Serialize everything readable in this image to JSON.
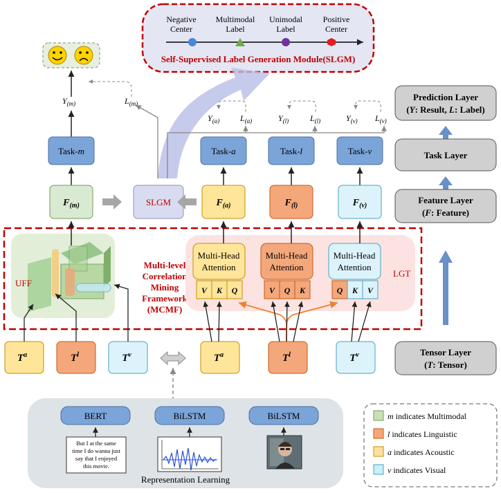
{
  "slgm_module": {
    "title": "Self-Supervised Label Generation Module(SLGM)",
    "points": [
      {
        "line1": "Negative",
        "line2": "Center",
        "color": "#4a86d9",
        "shape": "circle"
      },
      {
        "line1": "Multimodal",
        "line2": "Label",
        "color": "#70ad47",
        "shape": "triangle"
      },
      {
        "line1": "Unimodal",
        "line2": "Label",
        "color": "#7030a0",
        "shape": "circle"
      },
      {
        "line1": "Positive",
        "line2": "Center",
        "color": "#e02020",
        "shape": "hexagon"
      }
    ]
  },
  "emojis": [
    "happy-face",
    "sad-face"
  ],
  "outputs": {
    "ym": "Y",
    "ym_sub": "(m)",
    "lm": "L",
    "lm_sub": "(m)",
    "ya": "Y",
    "ya_sub": "(a)",
    "la": "L",
    "la_sub": "(a)",
    "yl": "Y",
    "yl_sub": "(l)",
    "ll": "L",
    "ll_sub": "(l)",
    "yv": "Y",
    "yv_sub": "(v)",
    "lv": "L",
    "lv_sub": "(v)"
  },
  "tasks": {
    "m": {
      "prefix": "Task-",
      "mod": "m"
    },
    "a": {
      "prefix": "Task-",
      "mod": "a"
    },
    "l": {
      "prefix": "Task-",
      "mod": "l"
    },
    "v": {
      "prefix": "Task-",
      "mod": "v"
    }
  },
  "features": {
    "m": {
      "main": "F",
      "sub": "(m)"
    },
    "a": {
      "main": "F",
      "sub": "(a)"
    },
    "l": {
      "main": "F",
      "sub": "(l)"
    },
    "v": {
      "main": "F",
      "sub": "(v)"
    }
  },
  "slgm_box": "SLGM",
  "mcmf": {
    "line1": "Multi-level",
    "line2": "Correlation",
    "line3": "Mining",
    "line4": "Framework",
    "line5": "(MCMF)"
  },
  "uff": "UFF",
  "lgt": "LGT",
  "attention": {
    "line1": "Multi-Head",
    "line2": "Attention",
    "a_keys": [
      "V",
      "K",
      "Q"
    ],
    "l_keys": [
      "V",
      "Q",
      "K"
    ],
    "v_keys": [
      "Q",
      "K",
      "V"
    ]
  },
  "tensors": [
    {
      "main": "T",
      "sup": "a"
    },
    {
      "main": "T",
      "sup": "l"
    },
    {
      "main": "T",
      "sup": "v"
    },
    {
      "main": "T",
      "sup": "a"
    },
    {
      "main": "T",
      "sup": "l"
    },
    {
      "main": "T",
      "sup": "v"
    }
  ],
  "layers": {
    "prediction": {
      "line1": "Prediction Layer",
      "line2a": "(",
      "y": "Y",
      "line2b": ": Result, ",
      "l": "L",
      "line2c": ": Label)"
    },
    "task": {
      "line1": "Task Layer"
    },
    "feature": {
      "line1": "Feature Layer",
      "line2a": "(",
      "f": "F",
      "line2b": ": Feature)"
    },
    "tensor": {
      "line1": "Tensor Layer",
      "line2a": "(",
      "t": "T",
      "line2b": ": Tensor)"
    }
  },
  "representation": {
    "encoders": [
      "BERT",
      "BiLSTM",
      "BiLSTM"
    ],
    "text_sample": [
      "But I at the same",
      "time I do wanna just",
      "say that I enjoyed",
      "this movie."
    ],
    "caption": "Representation Learning"
  },
  "legend": [
    {
      "key": "m",
      "text": " indicates Multimodal",
      "color": "#c9dfb8"
    },
    {
      "key": "l",
      "text": " indicates Linguistic",
      "color": "#f6a77a"
    },
    {
      "key": "a",
      "text": " indicates Acoustic",
      "color": "#ffe0a0"
    },
    {
      "key": "v",
      "text": " indicates Visual",
      "color": "#c8f0fa"
    }
  ]
}
